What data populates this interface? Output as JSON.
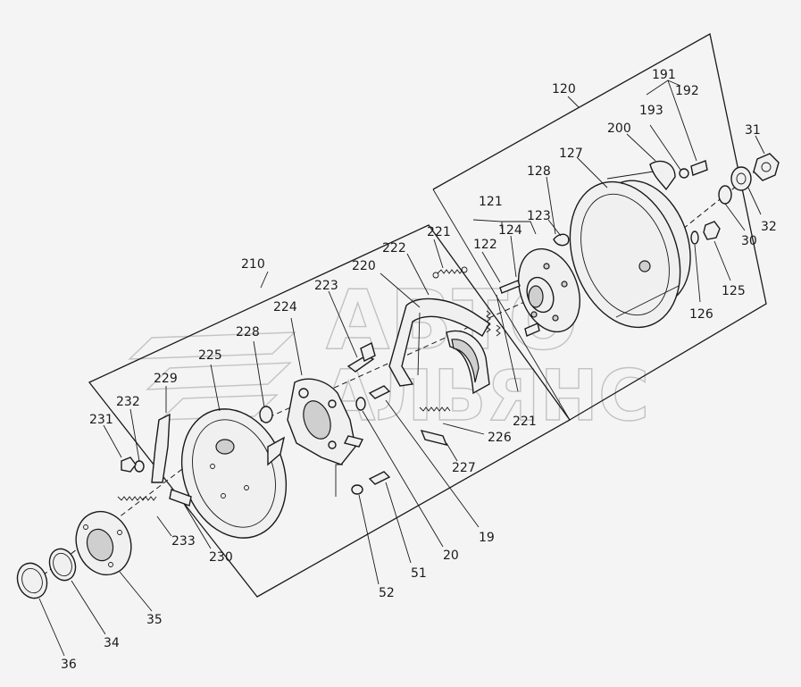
{
  "watermark": {
    "line1": "АВТО",
    "line2": "АЛЬЯНС"
  },
  "callouts": [
    {
      "key": "c210",
      "text": "210"
    },
    {
      "key": "c120",
      "text": "120"
    },
    {
      "key": "c191",
      "text": "191"
    },
    {
      "key": "c192",
      "text": "192"
    },
    {
      "key": "c193",
      "text": "193"
    },
    {
      "key": "c200",
      "text": "200"
    },
    {
      "key": "c127",
      "text": "127"
    },
    {
      "key": "c128",
      "text": "128"
    },
    {
      "key": "c121",
      "text": "121"
    },
    {
      "key": "c123",
      "text": "123"
    },
    {
      "key": "c124",
      "text": "124"
    },
    {
      "key": "c122",
      "text": "122"
    },
    {
      "key": "c31",
      "text": "31"
    },
    {
      "key": "c32",
      "text": "32"
    },
    {
      "key": "c30",
      "text": "30"
    },
    {
      "key": "c125",
      "text": "125"
    },
    {
      "key": "c126",
      "text": "126"
    },
    {
      "key": "c221a",
      "text": "221"
    },
    {
      "key": "c222",
      "text": "222"
    },
    {
      "key": "c220",
      "text": "220"
    },
    {
      "key": "c223",
      "text": "223"
    },
    {
      "key": "c224",
      "text": "224"
    },
    {
      "key": "c228",
      "text": "228"
    },
    {
      "key": "c225",
      "text": "225"
    },
    {
      "key": "c229",
      "text": "229"
    },
    {
      "key": "c232",
      "text": "232"
    },
    {
      "key": "c231",
      "text": "231"
    },
    {
      "key": "c221b",
      "text": "221"
    },
    {
      "key": "c226",
      "text": "226"
    },
    {
      "key": "c227",
      "text": "227"
    },
    {
      "key": "c19",
      "text": "19"
    },
    {
      "key": "c20",
      "text": "20"
    },
    {
      "key": "c51",
      "text": "51"
    },
    {
      "key": "c52",
      "text": "52"
    },
    {
      "key": "c230",
      "text": "230"
    },
    {
      "key": "c233",
      "text": "233"
    },
    {
      "key": "c35",
      "text": "35"
    },
    {
      "key": "c34",
      "text": "34"
    },
    {
      "key": "c36",
      "text": "36"
    }
  ]
}
